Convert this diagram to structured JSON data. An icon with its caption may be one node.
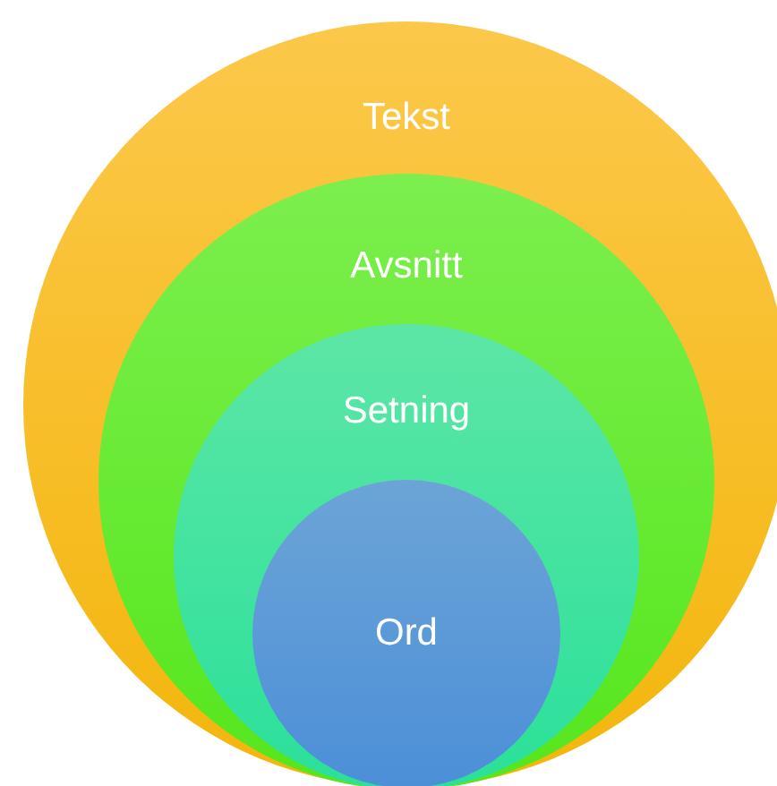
{
  "diagram": {
    "nodes": [
      {
        "text": [
          "Tekst"
        ]
      },
      {
        "text": [
          "Avsnitt"
        ],
        "in": 0
      },
      {
        "text": [
          "Setning"
        ],
        "in": 1
      },
      {
        "text": [
          "Ord"
        ],
        "in": 2
      }
    ]
  }
}
